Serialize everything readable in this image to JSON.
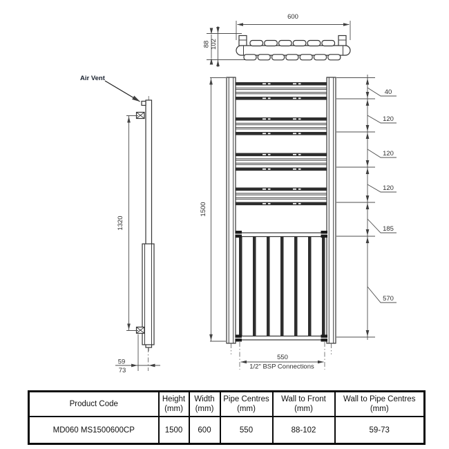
{
  "drawing": {
    "top_view": {
      "width_dim": "600",
      "depth_dim": "88",
      "depth_overall_dim": "102"
    },
    "side_view": {
      "air_vent_label": "Air Vent",
      "tapping_centres_dim": "1320",
      "wall_to_pipe_min": "59",
      "wall_to_pipe_max": "73"
    },
    "front_view": {
      "height_dim": "1500",
      "callouts": [
        "40",
        "120",
        "120",
        "120",
        "185",
        "570"
      ],
      "pipe_centres_dim": "550",
      "connections_label": "1/2\" BSP Connections"
    }
  },
  "spec_table": {
    "columns": [
      {
        "label": "Product Code",
        "unit": ""
      },
      {
        "label": "Height",
        "unit": "(mm)"
      },
      {
        "label": "Width",
        "unit": "(mm)"
      },
      {
        "label": "Pipe Centres",
        "unit": "(mm)"
      },
      {
        "label": "Wall to Front",
        "unit": "(mm)"
      },
      {
        "label": "Wall to Pipe Centres",
        "unit": "(mm)"
      }
    ],
    "rows": [
      [
        "MD060 MS1500600CP",
        "1500",
        "600",
        "550",
        "88-102",
        "59-73"
      ]
    ]
  }
}
